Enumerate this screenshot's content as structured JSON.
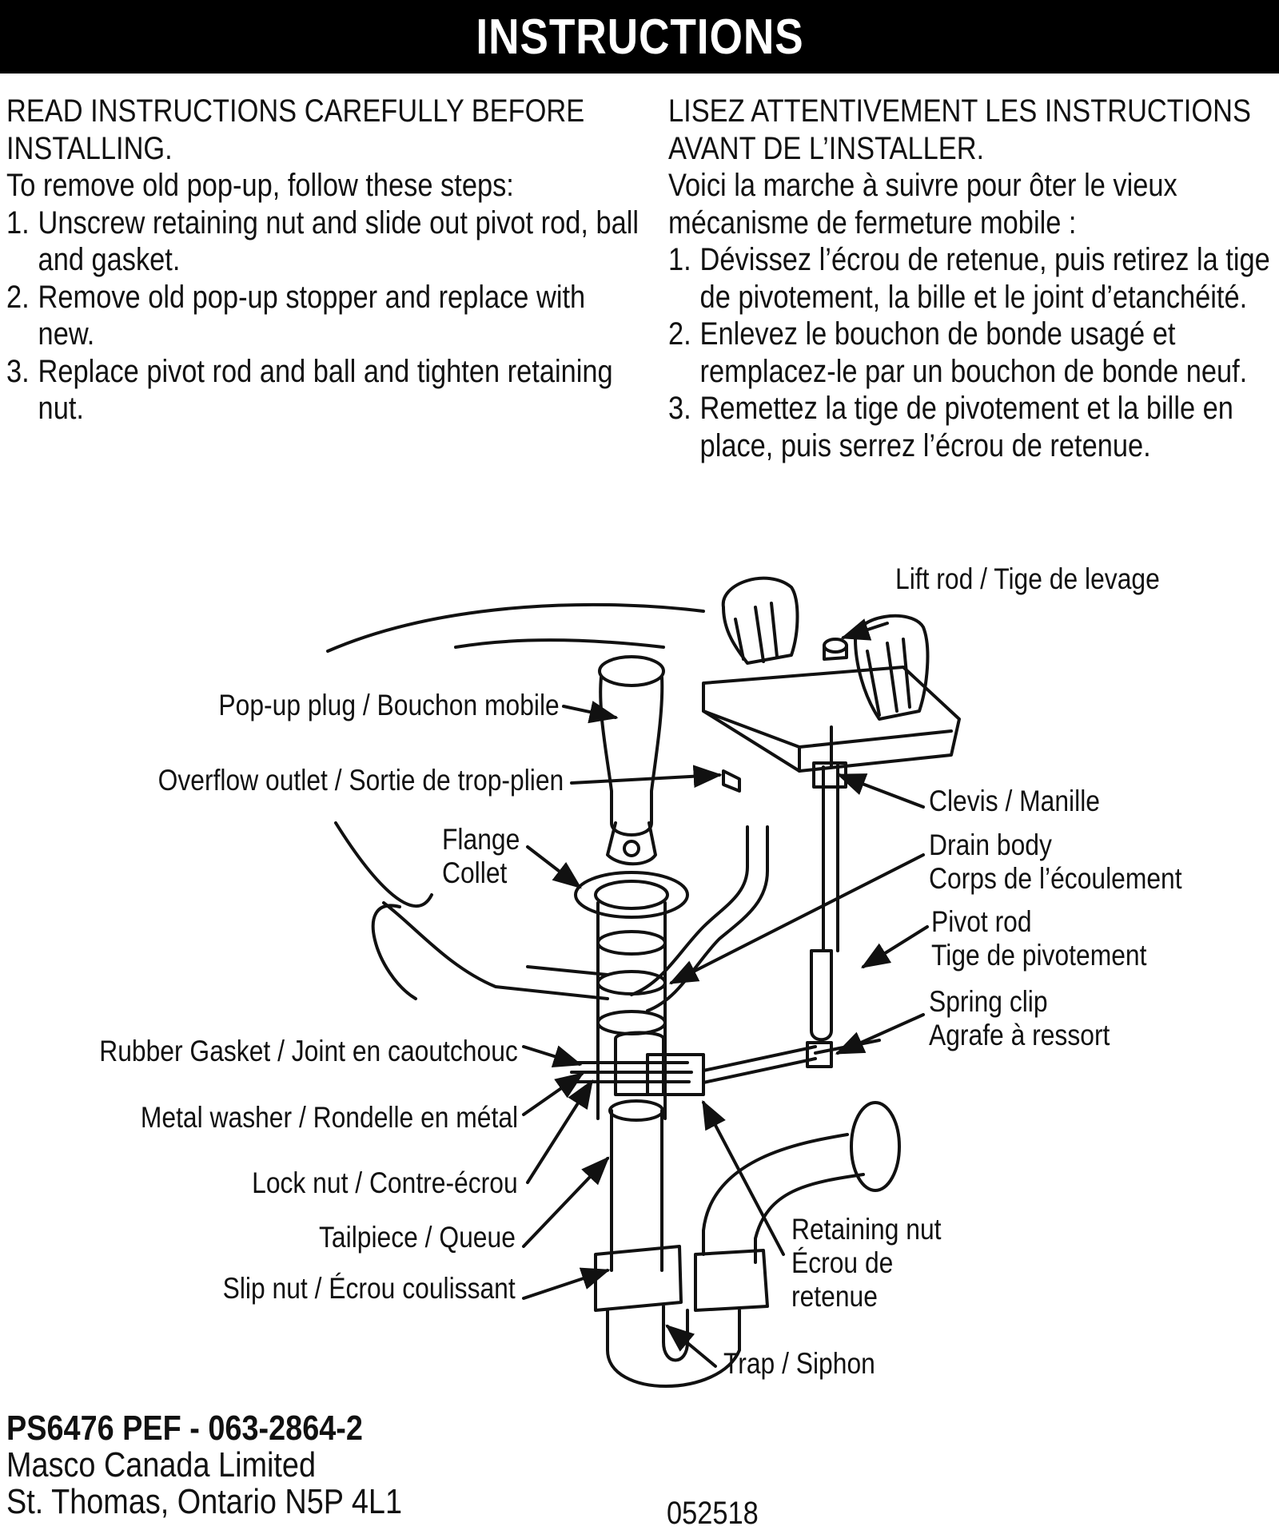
{
  "header": {
    "title": "INSTRUCTIONS"
  },
  "english": {
    "warning": "READ INSTRUCTIONS CAREFULLY BEFORE INSTALLING.",
    "intro": "To remove old pop-up, follow these steps:",
    "steps": [
      "Unscrew retaining nut and slide out pivot rod, ball and gasket.",
      "Remove old pop-up stopper and replace with new.",
      "Replace pivot rod and ball and tighten retaining nut."
    ]
  },
  "french": {
    "warning": "LISEZ ATTENTIVEMENT LES INSTRUCTIONS AVANT DE L’INSTALLER.",
    "intro": "Voici la marche à suivre pour ôter le vieux mécanisme de fermeture mobile :",
    "steps": [
      "Dévissez l’écrou de retenue, puis retirez la tige de pivotement, la bille et le joint d’etanchéité.",
      "Enlevez le bouchon de bonde usagé et remplacez-le par un bouchon de bonde neuf.",
      "Remettez la tige de pivotement et la bille en place, puis serrez l’écrou de retenue."
    ]
  },
  "step_numbers": [
    "1.",
    "2.",
    "3."
  ],
  "labels": {
    "lift_rod": "Lift rod / Tige de levage",
    "popup_plug": "Pop-up plug / Bouchon mobile",
    "overflow_outlet": "Overflow outlet / Sortie de trop-plien",
    "clevis": "Clevis / Manille",
    "flange_1": "Flange",
    "flange_2": "Collet",
    "drain_body_1": "Drain body",
    "drain_body_2": "Corps de l’écoulement",
    "pivot_rod_1": "Pivot rod",
    "pivot_rod_2": "Tige de pivotement",
    "spring_clip_1": "Spring clip",
    "spring_clip_2": "Agrafe à ressort",
    "rubber_gasket": "Rubber Gasket / Joint en caoutchouc",
    "metal_washer": "Metal washer / Rondelle en métal",
    "lock_nut": "Lock nut / Contre-écrou",
    "tailpiece": "Tailpiece / Queue",
    "slip_nut": "Slip nut / Écrou coulissant",
    "retaining_nut_1": "Retaining nut",
    "retaining_nut_2": "Écrou de",
    "retaining_nut_3": "retenue",
    "trap": "Trap / Siphon"
  },
  "footer": {
    "product_code": "PS6476 PEF - 063-2864-2",
    "company": "Masco Canada Limited",
    "address": "St. Thomas, Ontario  N5P 4L1",
    "doc_number": "052518"
  }
}
